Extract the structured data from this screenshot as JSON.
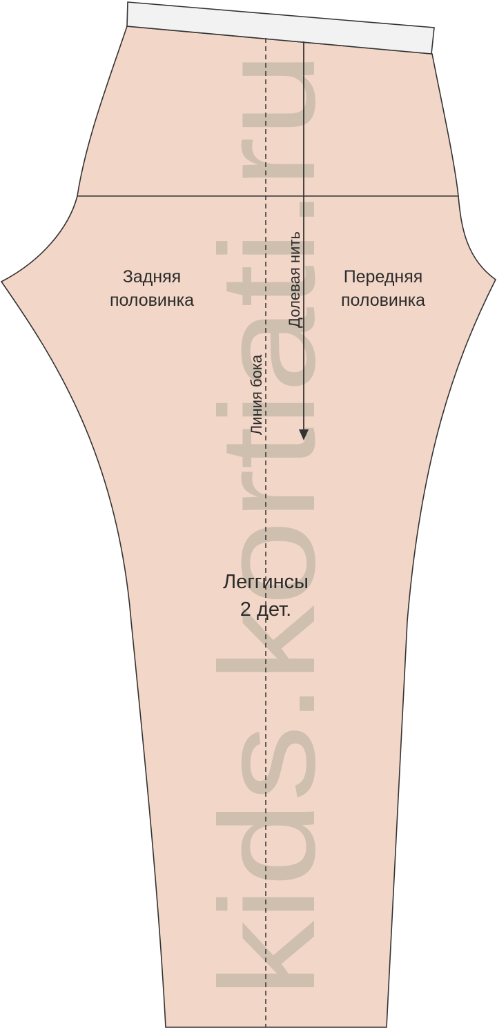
{
  "title": {
    "line1": "Леггинсы",
    "line2": "2 дет."
  },
  "back_half": {
    "line1": "Задняя",
    "line2": "половинка"
  },
  "front_half": {
    "line1": "Передняя",
    "line2": "половинка"
  },
  "side_line_label": "Линия бока",
  "grain_line_label": "Долевая нить",
  "watermark": "kids.kortiati.ru",
  "colors": {
    "fabric": "#f2d6c8",
    "outline": "#333333",
    "waistband": "#f2f2f2",
    "watermark": "#c8bba9",
    "text": "#2b2b2b"
  }
}
